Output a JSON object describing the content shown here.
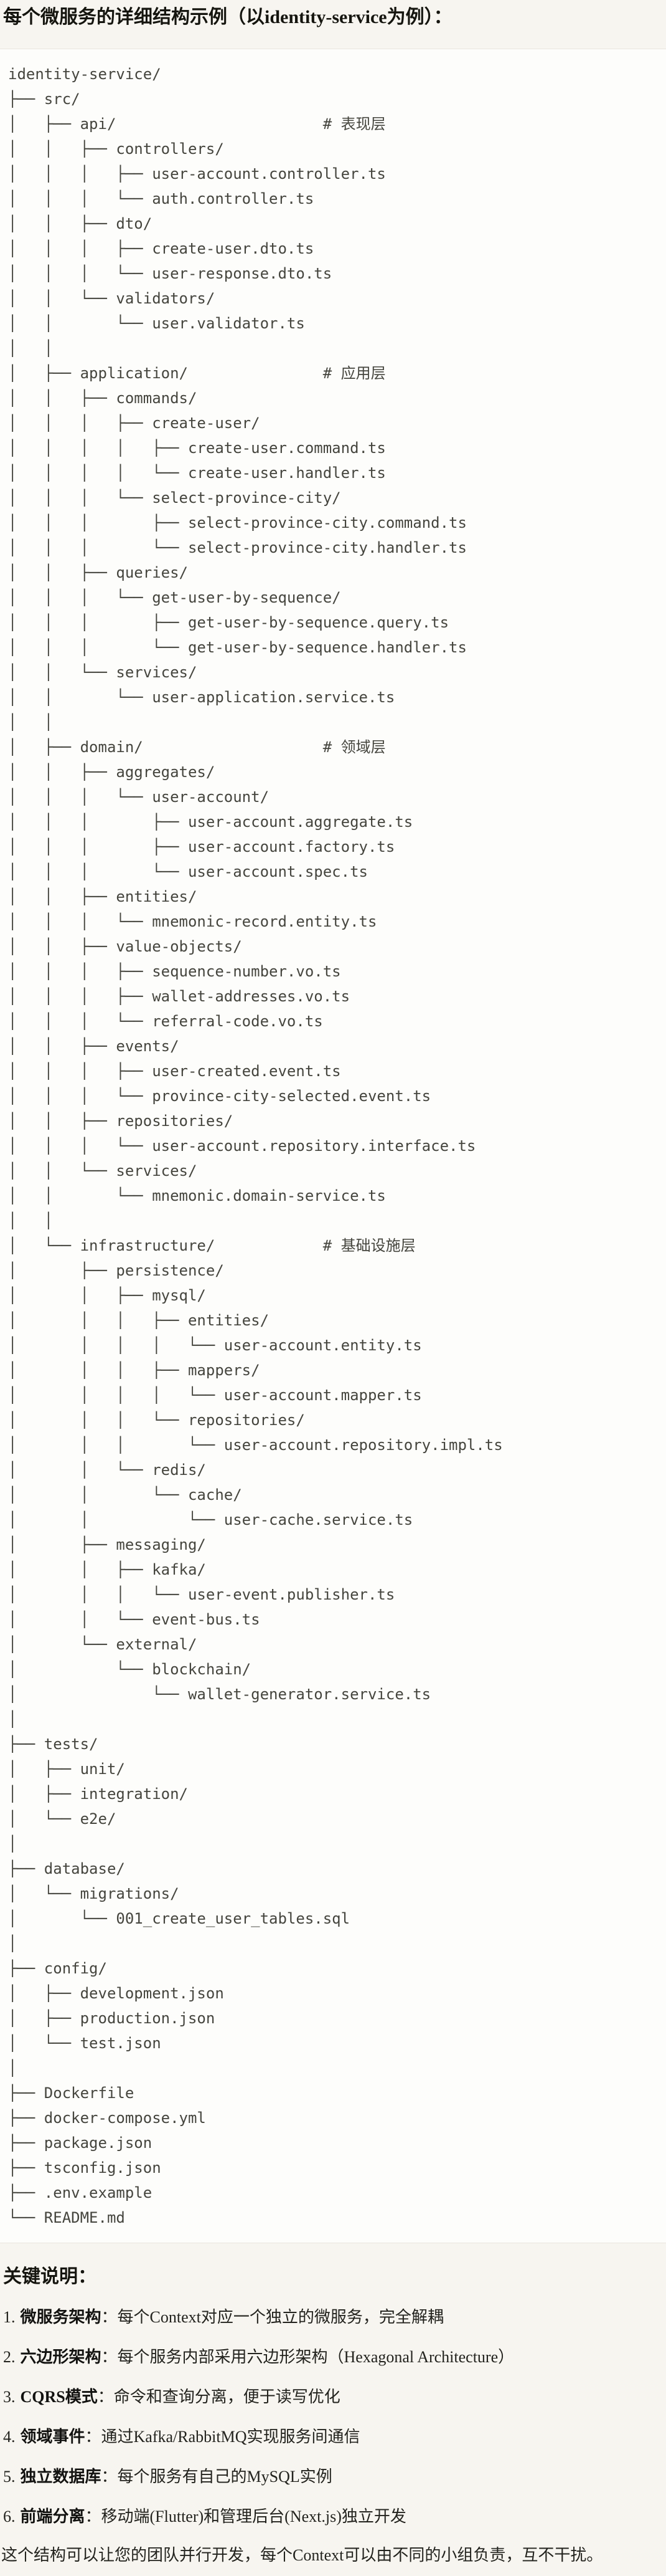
{
  "title": "每个微服务的详细结构示例（以identity-service为例）：",
  "tree_lines": [
    "identity-service/",
    "├── src/",
    "│   ├── api/                       # 表现层",
    "│   │   ├── controllers/",
    "│   │   │   ├── user-account.controller.ts",
    "│   │   │   └── auth.controller.ts",
    "│   │   ├── dto/",
    "│   │   │   ├── create-user.dto.ts",
    "│   │   │   └── user-response.dto.ts",
    "│   │   └── validators/",
    "│   │       └── user.validator.ts",
    "│   │",
    "│   ├── application/               # 应用层",
    "│   │   ├── commands/",
    "│   │   │   ├── create-user/",
    "│   │   │   │   ├── create-user.command.ts",
    "│   │   │   │   └── create-user.handler.ts",
    "│   │   │   └── select-province-city/",
    "│   │   │       ├── select-province-city.command.ts",
    "│   │   │       └── select-province-city.handler.ts",
    "│   │   ├── queries/",
    "│   │   │   └── get-user-by-sequence/",
    "│   │   │       ├── get-user-by-sequence.query.ts",
    "│   │   │       └── get-user-by-sequence.handler.ts",
    "│   │   └── services/",
    "│   │       └── user-application.service.ts",
    "│   │",
    "│   ├── domain/                    # 领域层",
    "│   │   ├── aggregates/",
    "│   │   │   └── user-account/",
    "│   │   │       ├── user-account.aggregate.ts",
    "│   │   │       ├── user-account.factory.ts",
    "│   │   │       └── user-account.spec.ts",
    "│   │   ├── entities/",
    "│   │   │   └── mnemonic-record.entity.ts",
    "│   │   ├── value-objects/",
    "│   │   │   ├── sequence-number.vo.ts",
    "│   │   │   ├── wallet-addresses.vo.ts",
    "│   │   │   └── referral-code.vo.ts",
    "│   │   ├── events/",
    "│   │   │   ├── user-created.event.ts",
    "│   │   │   └── province-city-selected.event.ts",
    "│   │   ├── repositories/",
    "│   │   │   └── user-account.repository.interface.ts",
    "│   │   └── services/",
    "│   │       └── mnemonic.domain-service.ts",
    "│   │",
    "│   └── infrastructure/            # 基础设施层",
    "│       ├── persistence/",
    "│       │   ├── mysql/",
    "│       │   │   ├── entities/",
    "│       │   │   │   └── user-account.entity.ts",
    "│       │   │   ├── mappers/",
    "│       │   │   │   └── user-account.mapper.ts",
    "│       │   │   └── repositories/",
    "│       │   │       └── user-account.repository.impl.ts",
    "│       │   └── redis/",
    "│       │       └── cache/",
    "│       │           └── user-cache.service.ts",
    "│       ├── messaging/",
    "│       │   ├── kafka/",
    "│       │   │   └── user-event.publisher.ts",
    "│       │   └── event-bus.ts",
    "│       └── external/",
    "│           └── blockchain/",
    "│               └── wallet-generator.service.ts",
    "│",
    "├── tests/",
    "│   ├── unit/",
    "│   ├── integration/",
    "│   └── e2e/",
    "│",
    "├── database/",
    "│   └── migrations/",
    "│       └── 001_create_user_tables.sql",
    "│",
    "├── config/",
    "│   ├── development.json",
    "│   ├── production.json",
    "│   └── test.json",
    "│",
    "├── Dockerfile",
    "├── docker-compose.yml",
    "├── package.json",
    "├── tsconfig.json",
    "├── .env.example",
    "└── README.md"
  ],
  "notes": {
    "heading": "关键说明：",
    "items": [
      {
        "num": "1.",
        "term": "微服务架构",
        "text": "：每个Context对应一个独立的微服务，完全解耦"
      },
      {
        "num": "2.",
        "term": "六边形架构",
        "text": "：每个服务内部采用六边形架构（Hexagonal Architecture）"
      },
      {
        "num": "3.",
        "term": "CQRS模式",
        "text": "：命令和查询分离，便于读写优化"
      },
      {
        "num": "4.",
        "term": "领域事件",
        "text": "：通过Kafka/RabbitMQ实现服务间通信"
      },
      {
        "num": "5.",
        "term": "独立数据库",
        "text": "：每个服务有自己的MySQL实例"
      },
      {
        "num": "6.",
        "term": "前端分离",
        "text": "：移动端(Flutter)和管理后台(Next.js)独立开发"
      }
    ]
  },
  "closing": "这个结构可以让您的团队并行开发，每个Context可以由不同的小组负责，互不干扰。",
  "colors": {
    "page_bg": "#f7f5f0",
    "code_bg": "#fdfdfb",
    "code_border": "#e9e6df",
    "code_text": "#45453e",
    "heading_text": "#15150f",
    "body_text": "#23231e"
  }
}
